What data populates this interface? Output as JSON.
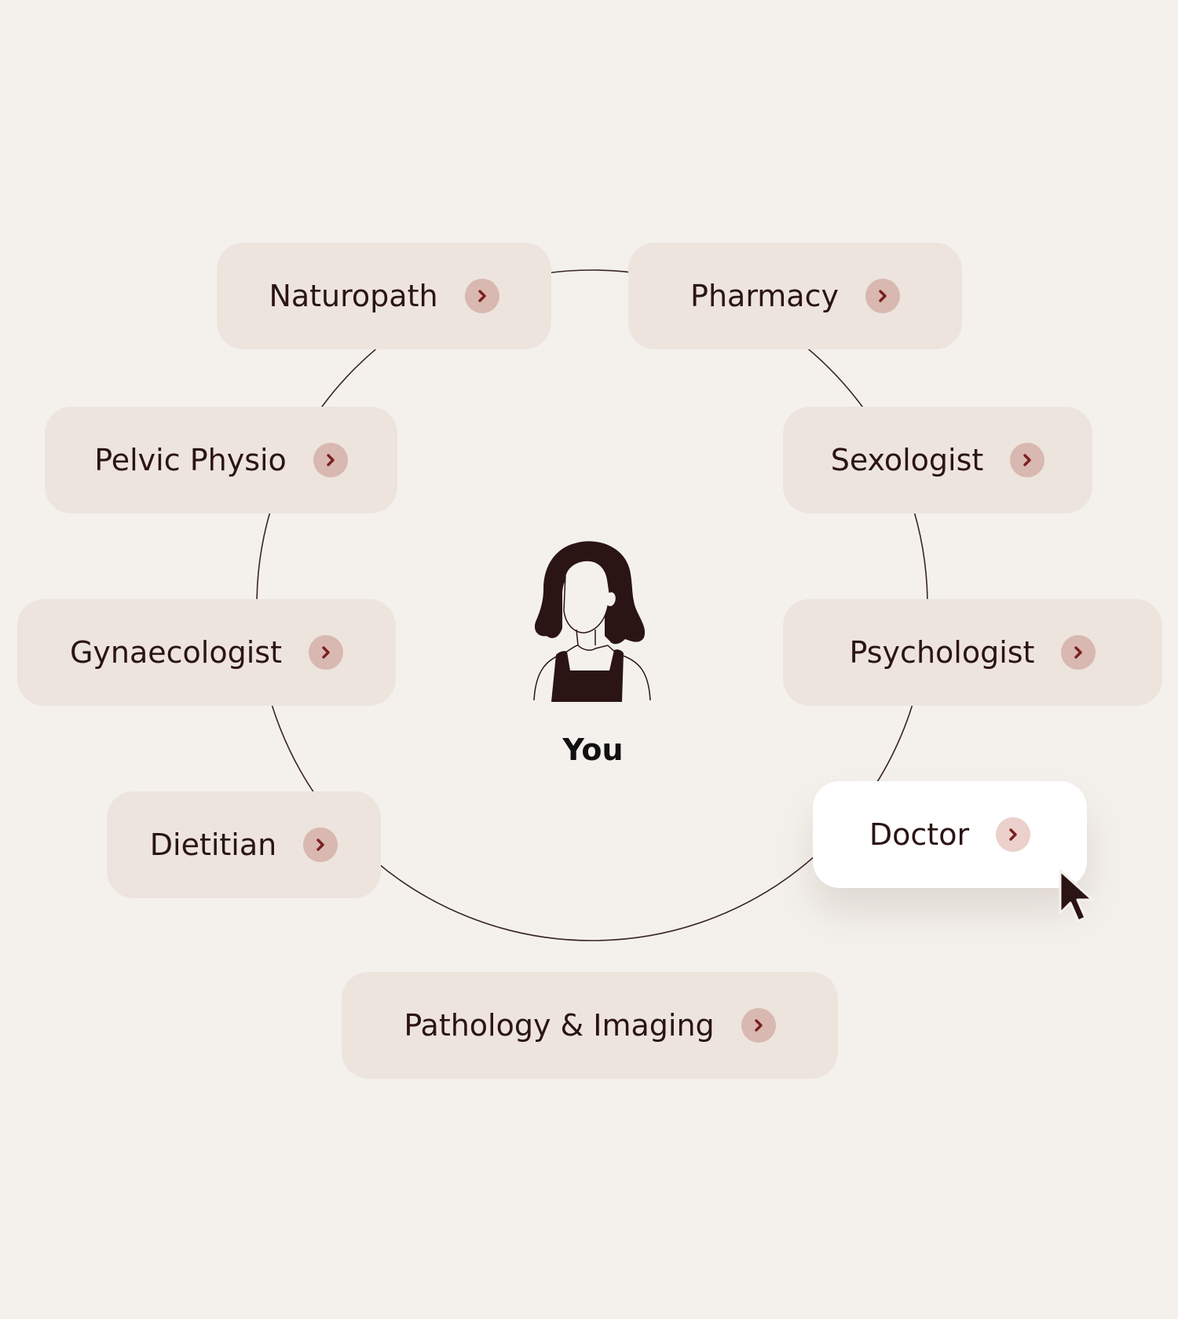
{
  "center": {
    "label": "You"
  },
  "providers": {
    "naturopath": {
      "label": "Naturopath"
    },
    "pharmacy": {
      "label": "Pharmacy"
    },
    "pelvic_physio": {
      "label": "Pelvic Physio"
    },
    "sexologist": {
      "label": "Sexologist"
    },
    "gynaecologist": {
      "label": "Gynaecologist"
    },
    "psychologist": {
      "label": "Psychologist"
    },
    "dietitian": {
      "label": "Dietitian"
    },
    "doctor": {
      "label": "Doctor",
      "state": "hovered"
    },
    "pathology_imaging": {
      "label": "Pathology & Imaging"
    }
  },
  "icons": {
    "provider_arrow": "chevron-right-icon",
    "avatar": "person-avatar-icon",
    "cursor": "mouse-pointer-icon"
  },
  "colors": {
    "background": "#f4f1ec",
    "pill": "#ede4de",
    "pill_active": "#ffffff",
    "chevron_circle": "#d8b8b0",
    "chevron": "#7a1f1f",
    "text": "#2b1414"
  }
}
